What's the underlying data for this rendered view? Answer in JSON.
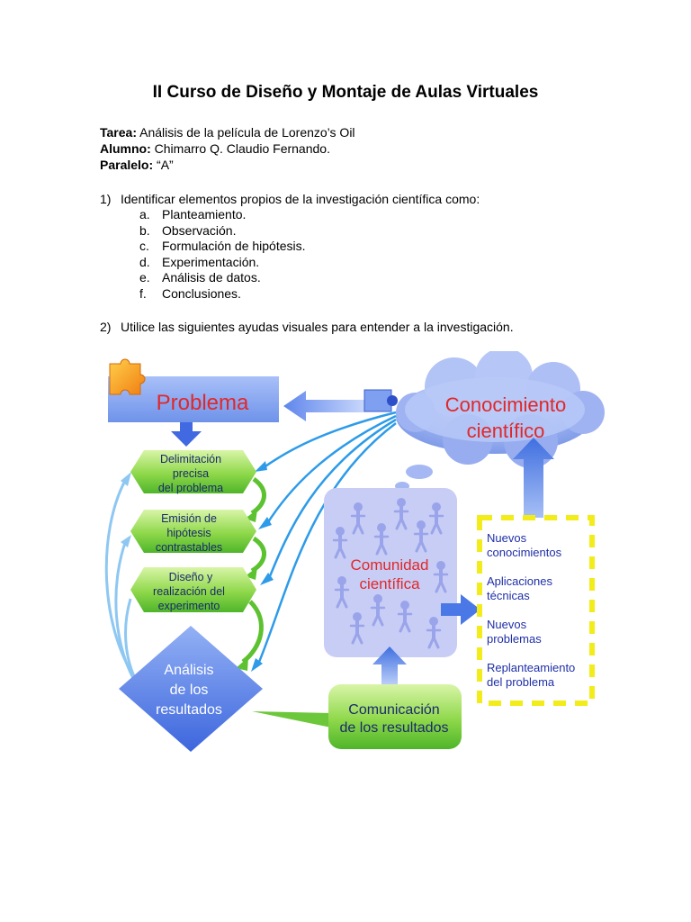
{
  "document": {
    "title": "II Curso de Diseño y Montaje de Aulas Virtuales",
    "meta": [
      {
        "label": "Tarea:",
        "value": " Análisis de la película de Lorenzo’s Oil"
      },
      {
        "label": "Alumno:",
        "value": " Chimarro Q. Claudio Fernando."
      },
      {
        "label": "Paralelo:",
        "value": " “A”"
      }
    ],
    "question1": {
      "number": "1)",
      "text": "Identificar elementos propios de la investigación científica como:",
      "items": [
        {
          "letter": "a.",
          "text": "Planteamiento."
        },
        {
          "letter": "b.",
          "text": "Observación."
        },
        {
          "letter": "c.",
          "text": "Formulación de hipótesis."
        },
        {
          "letter": "d.",
          "text": "Experimentación."
        },
        {
          "letter": "e.",
          "text": "Análisis de datos."
        },
        {
          "letter": "f.",
          "text": "Conclusiones."
        }
      ]
    },
    "question2": {
      "number": "2)",
      "text": "Utilice las siguientes ayudas visuales para entender a la investigación."
    }
  },
  "diagram": {
    "problema": "Problema",
    "conocimiento": [
      "Conocimiento",
      "científico"
    ],
    "steps": [
      [
        "Delimitación",
        "precisa",
        "del problema"
      ],
      [
        "Emisión de",
        "hipótesis",
        "contrastables"
      ],
      [
        "Diseño y",
        "realización del",
        "experimento"
      ]
    ],
    "analisis": [
      "Análisis",
      "de los",
      "resultados"
    ],
    "comunidad": [
      "Comunidad",
      "científica"
    ],
    "comunicacion": [
      "Comunicación",
      "de los resultados"
    ],
    "outcomes": [
      [
        "Nuevos",
        "conocimientos"
      ],
      [
        "Aplicaciones",
        "técnicas"
      ],
      [
        "Nuevos",
        "problemas"
      ],
      [
        "Replanteamiento",
        "del problema"
      ]
    ],
    "colors": {
      "blue_box": "#7b9ef0",
      "problema_text": "#e0282a",
      "green": "#7ed23c",
      "outcome_text": "#1f2fa8",
      "dashed_border": "#f2ec1a",
      "comunidad_bg": "#c8cdf5"
    }
  }
}
